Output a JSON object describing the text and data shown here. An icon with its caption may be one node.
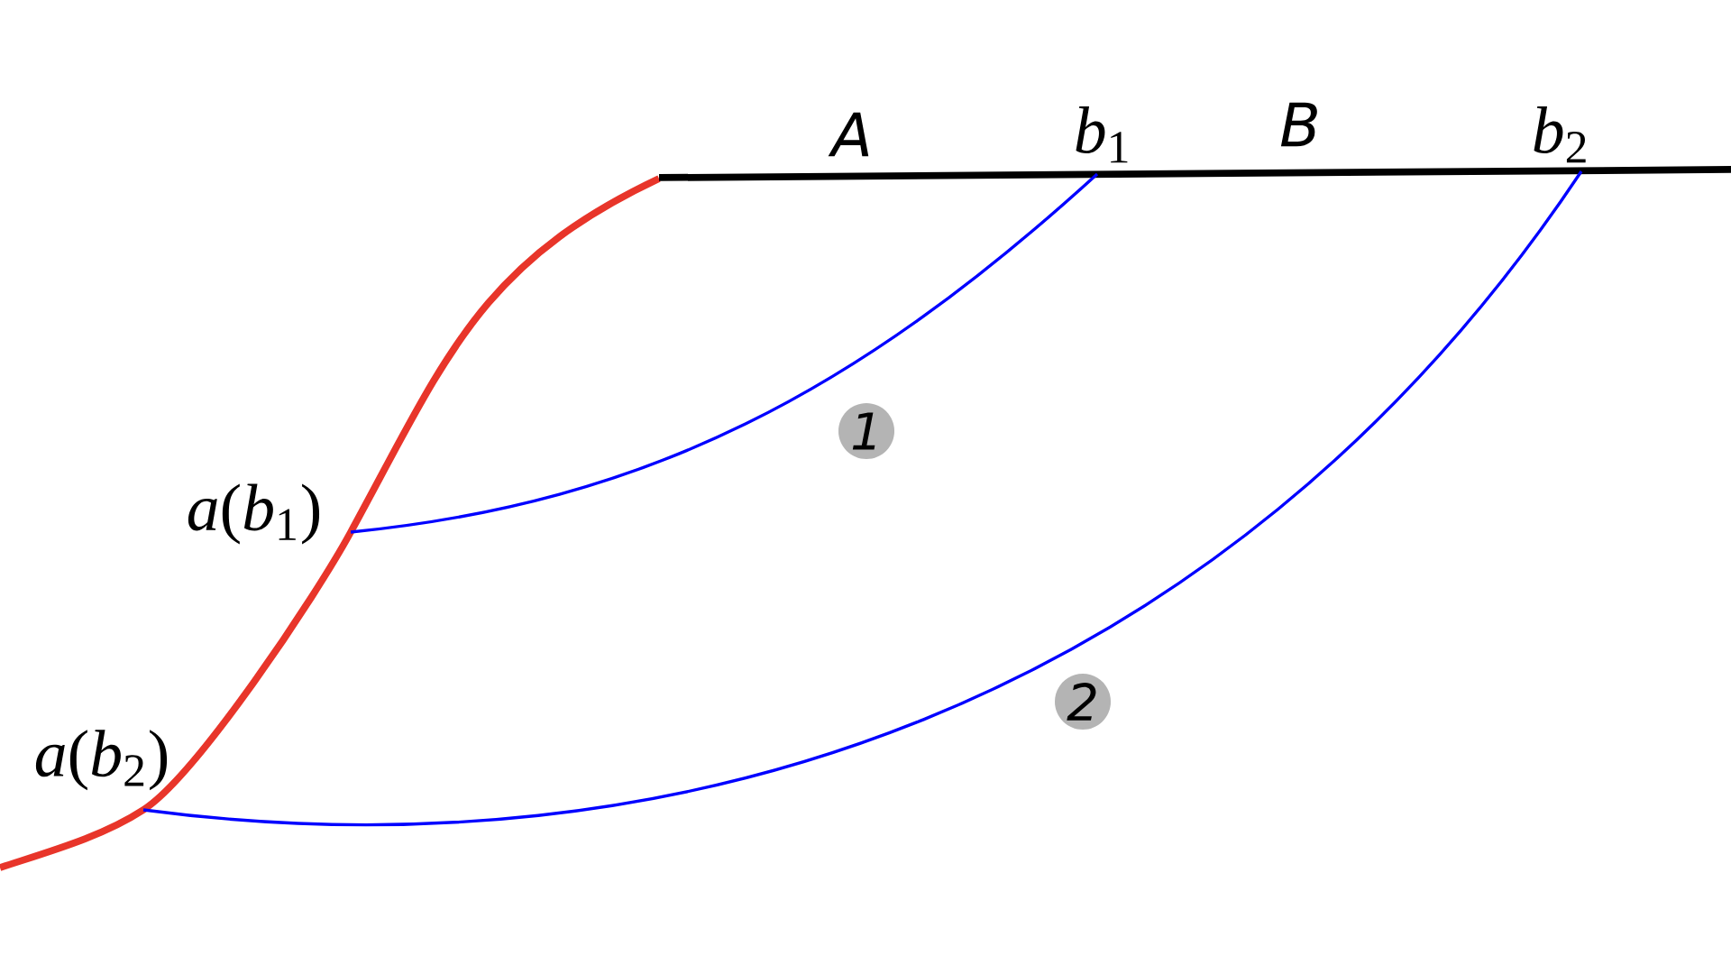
{
  "diagram": {
    "nodes": [
      {
        "text": [
          "*b*$_{1}$"
        ]
      },
      {
        "text": [
          "*b*$_{2}$"
        ]
      },
      {
        "text": [
          "1"
        ]
      },
      {
        "text": [
          "*a*(*b*$_{1}$)"
        ]
      },
      {
        "text": [
          "2"
        ]
      },
      {
        "text": [
          "*a*(*b*$_{2}$)"
        ]
      }
    ],
    "edges": [
      {
        "from": 0,
        "to": 3,
        "arrow": "none"
      },
      {
        "from": 1,
        "to": 5,
        "arrow": "none"
      }
    ],
    "labels": [
      "A",
      "B"
    ]
  }
}
